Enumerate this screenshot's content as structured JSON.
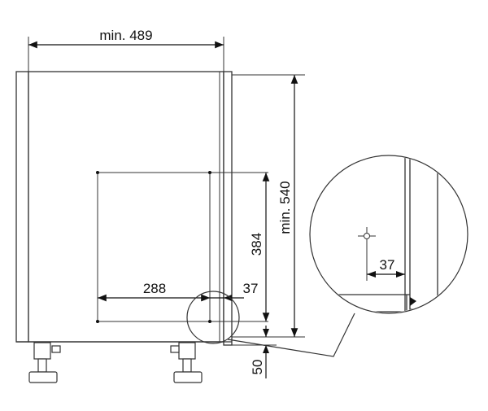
{
  "drawing": {
    "dims": {
      "top_width": "min. 489",
      "height": "min. 540",
      "cutout_height": "384",
      "cutout_width": "288",
      "side_offset": "37",
      "plinth_height": "50",
      "detail_offset": "37"
    }
  }
}
